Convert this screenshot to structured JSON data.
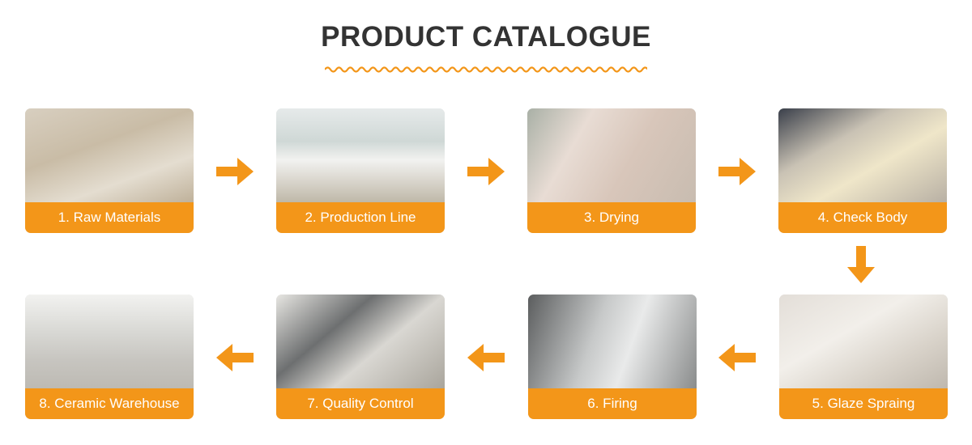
{
  "title": "PRODUCT CATALOGUE",
  "accent_color": "#F39619",
  "steps": [
    {
      "label": "1. Raw Materials"
    },
    {
      "label": "2. Production Line"
    },
    {
      "label": "3. Drying"
    },
    {
      "label": "4. Check Body"
    },
    {
      "label": "5. Glaze Spraing"
    },
    {
      "label": "6. Firing"
    },
    {
      "label": "7. Quality Control"
    },
    {
      "label": "8. Ceramic Warehouse"
    }
  ]
}
